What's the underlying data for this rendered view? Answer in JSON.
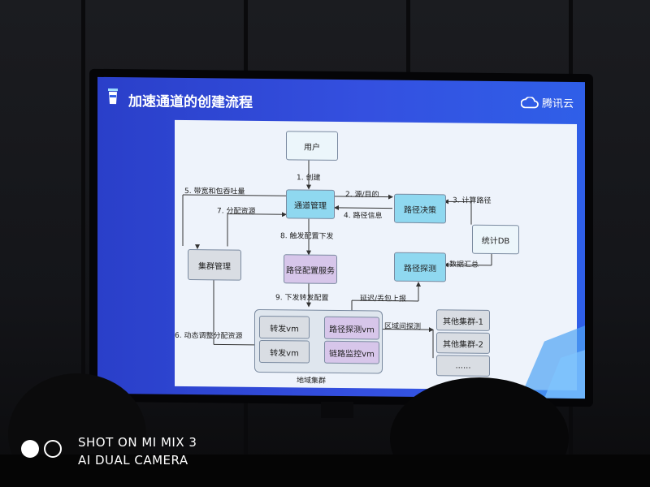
{
  "slide": {
    "title": "加速通道的创建流程",
    "logo_text": "腾讯云"
  },
  "diagram": {
    "nodes": {
      "user": "用户",
      "channel_mgmt": "通道管理",
      "path_decision": "路径决策",
      "stats_db": "统计DB",
      "cluster_mgmt": "集群管理",
      "path_config_service": "路径配置服务",
      "path_probe": "路径探测",
      "forward_vm_1": "转发vm",
      "forward_vm_2": "转发vm",
      "path_probe_vm": "路径探测vm",
      "link_monitor_vm": "链路监控vm",
      "other_cluster_1": "其他集群-1",
      "other_cluster_2": "其他集群-2",
      "other_cluster_more": "......",
      "region_cluster": "地域集群"
    },
    "edges": {
      "create": "1. 创建",
      "src_dst": "2. 源/目的",
      "compute_path": "3. 计算路径",
      "path_info": "4. 路径信息",
      "bandwidth": "5. 带宽和包吞吐量",
      "dynamic_adjust": "6. 动态调整分配资源",
      "allocate": "7. 分配资源",
      "trigger_config": "8. 触发配置下发",
      "forward_config": "9. 下发转发配置",
      "data_summary": "数据汇总",
      "latency_report": "延迟/丢包上报",
      "inter_region_probe": "区域间探测"
    }
  },
  "watermark": {
    "line1": "SHOT ON MI MIX 3",
    "line2": "AI DUAL CAMERA"
  },
  "colors": {
    "slide_blue": "#3450e0",
    "node_blue": "#8fd8f0",
    "node_gray": "#d9dde3",
    "node_purple": "#d7c6ea"
  }
}
